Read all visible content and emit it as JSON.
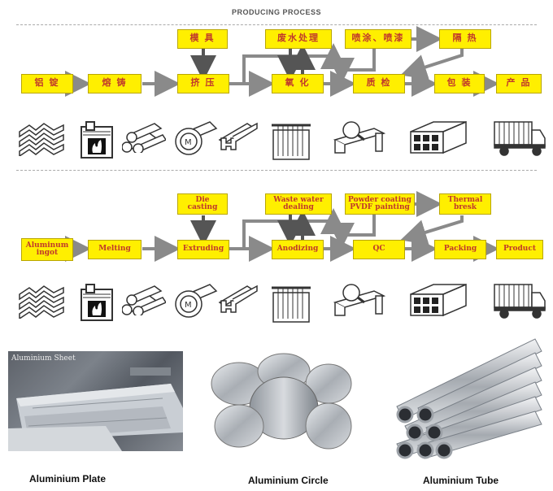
{
  "title": "PRODUCING PROCESS",
  "chinese": {
    "mold": "模 具",
    "waste": "废水处理",
    "spray": "喷涂、喷漆",
    "insul": "隔 热",
    "ingot": "铝 锭",
    "melt": "熔 铸",
    "extrude": "挤 压",
    "oxid": "氧 化",
    "qc": "质 检",
    "pack": "包 装",
    "product": "产 品"
  },
  "english": {
    "mold_1": "Die",
    "mold_2": "casting",
    "waste_1": "Waste water",
    "waste_2": "dealing",
    "spray_1": "Powder coating",
    "spray_2": "PVDF painting",
    "insul_1": "Thermal",
    "insul_2": "bresk",
    "ingot_1": "Aluminum",
    "ingot_2": "ingot",
    "melt": "Melting",
    "extrude": "Extruding",
    "oxid": "Anodizing",
    "qc": "QC",
    "pack": "Packing",
    "product": "Product"
  },
  "photos": {
    "plate_label": "Aluminium Sheet",
    "plate_caption": "Aluminium Plate",
    "circle_caption": "Aluminium Circle",
    "tube_caption": "Aluminium Tube"
  },
  "icons": [
    "ingot-stack-icon",
    "furnace-icon",
    "billet-logs-icon",
    "extrusion-die-icon",
    "profile-bars-icon",
    "anodizing-tank-icon",
    "inspection-table-icon",
    "packed-bundle-icon",
    "truck-icon"
  ],
  "colors": {
    "box_fill": "#ffef00",
    "box_text": "#c0392b",
    "arrow": "#8a8a8a",
    "dark_arrow": "#555555"
  }
}
